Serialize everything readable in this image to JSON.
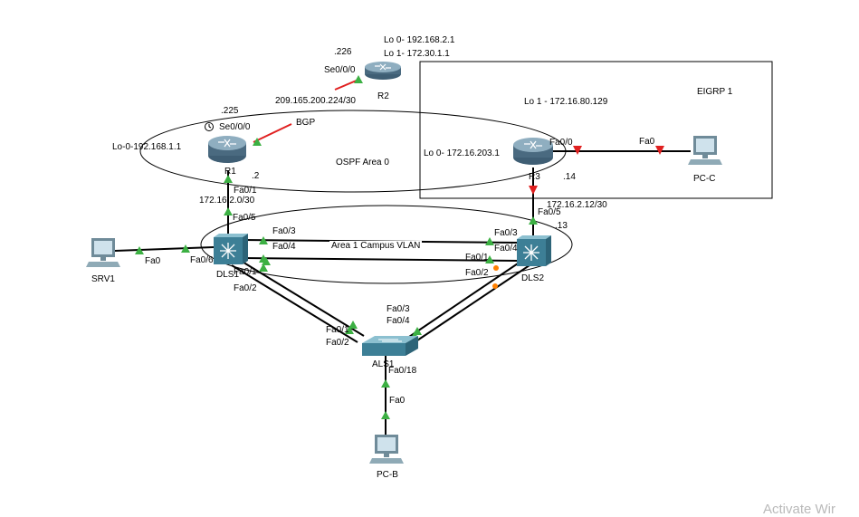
{
  "canvas": {
    "devices": {
      "r1": {
        "name": "R1",
        "lo0": "Lo-0-192.168.1.1",
        "ser": "Se0/0/0",
        "ser_ip": ".225",
        "up_port": "Fa0/1",
        "up_ip": ".2"
      },
      "r2": {
        "name": "R2",
        "lo0": "Lo 0-  192.168.2.1",
        "lo1": "Lo 1- 172.30.1.1",
        "ser": "Se0/0/0",
        "ser_ip": ".226"
      },
      "r3": {
        "name": "R3",
        "lo0": "Lo 0- 172.16.203.1",
        "lo1": "Lo 1 - 172.16.80.129",
        "fa_port": "Fa0/0",
        "down_ip": ".14"
      },
      "dls1": {
        "name": "DLS1",
        "fa3": "Fa0/3",
        "fa4": "Fa0/4",
        "fa5": "Fa0/5",
        "fa6": "Fa0/6",
        "fa1": "Fa0/1",
        "fa2": "Fa0/2"
      },
      "dls2": {
        "name": "DLS2",
        "fa3": "Fa0/3",
        "fa4": "Fa0/4",
        "fa5": "Fa0/5",
        "fa1": "Fa0/1",
        "fa2": "Fa0/2",
        "ip": ".13"
      },
      "als1": {
        "name": "ALS1",
        "fa1": "Fa0/1",
        "fa2": "Fa0/2",
        "fa3": "Fa0/3",
        "fa4": "Fa0/4",
        "fa18": "Fa0/18"
      },
      "srv1": {
        "name": "SRV1",
        "port": "Fa0"
      },
      "pcb": {
        "name": "PC-B",
        "port": "Fa0"
      },
      "pcc": {
        "name": "PC-C",
        "port": "Fa0"
      }
    },
    "networks": {
      "wan": "209.165.200.224/30",
      "r1_dls1": "172.16.2.0/30",
      "r3_dls2": "172.16.2.12/30",
      "bgp": "BGP",
      "ospf": "OSPF Area 0",
      "eigrp": "EIGRP 1",
      "campus": "Area 1 Campus VLAN"
    },
    "colors": {
      "link": "#000000",
      "link_up": "#3cb043",
      "link_down": "#e02020",
      "serial": "#e02020",
      "blocked": "#ff8000",
      "router": "#4a6a80",
      "switch": "#3d7f96"
    }
  },
  "watermark": "Activate Wir"
}
